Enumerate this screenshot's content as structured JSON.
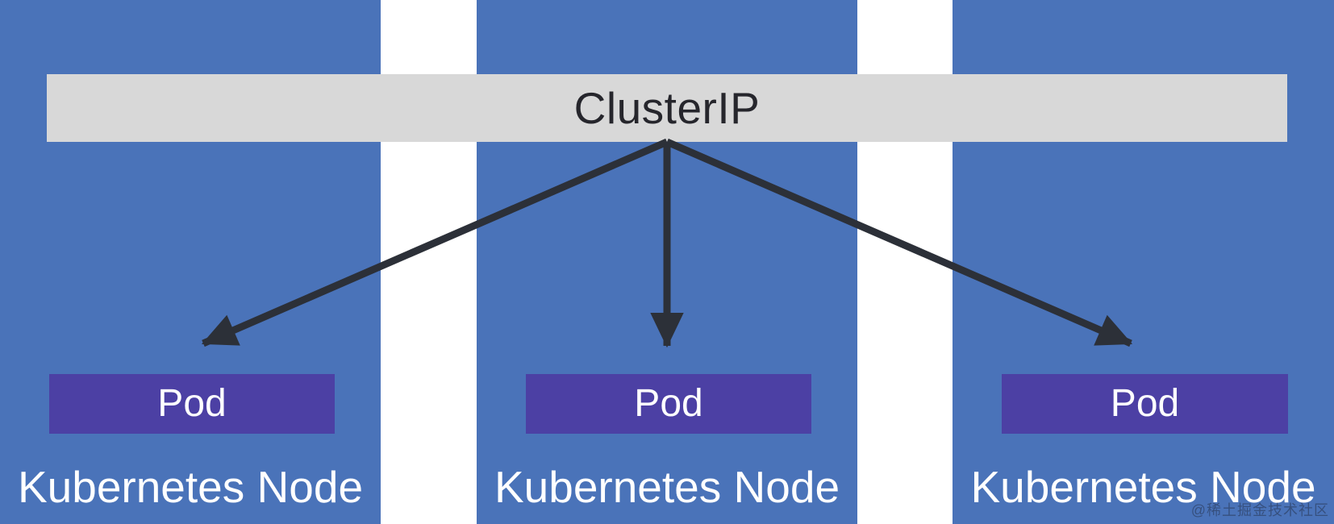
{
  "colors": {
    "page-bg": "#ffffff",
    "node-bg": "#4a73b9",
    "bar-bg": "#d8d8d8",
    "bar-text": "#26262c",
    "pod-bg": "#4c40a4",
    "pod-text": "#ffffff",
    "node-text": "#ffffff",
    "arrow": "#2c3038"
  },
  "service": {
    "label": "ClusterIP"
  },
  "nodes": [
    {
      "pod_label": "Pod",
      "node_label": "Kubernetes Node"
    },
    {
      "pod_label": "Pod",
      "node_label": "Kubernetes Node"
    },
    {
      "pod_label": "Pod",
      "node_label": "Kubernetes Node"
    }
  ],
  "watermark": {
    "text": "@稀土掘金技术社区"
  }
}
